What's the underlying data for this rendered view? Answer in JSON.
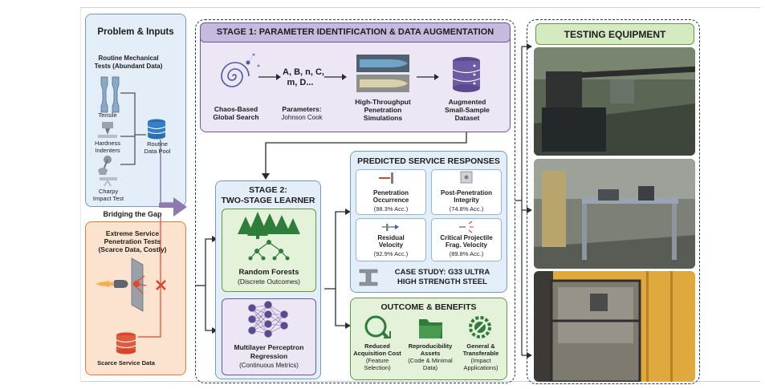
{
  "colors": {
    "navy": "#1e3a63",
    "blue_panel": "#e3eef9",
    "blue_border": "#6d9cc6",
    "purple_panel": "#ece6f5",
    "purple_border": "#6b5a99",
    "green_panel": "#e5f2da",
    "green_border": "#5f9a44",
    "orange_panel": "#fbe3cf",
    "orange_border": "#e07d3a",
    "red": "#d9452b",
    "teal": "#2f7d6e"
  },
  "inputs": {
    "title": "Problem & Inputs",
    "subtitle_line1": "Routine Mechanical",
    "subtitle_line2": "Tests (Abundant Data)",
    "tensile": "Tensile",
    "hardness_line1": "Hardness",
    "hardness_line2": "Indenters",
    "charpy_line1": "Charpy",
    "charpy_line2": "Impact Test",
    "pool_line1": "Routine",
    "pool_line2": "Data Pool"
  },
  "bridge": {
    "label": "Bridging the Gap"
  },
  "extreme": {
    "line1": "Extreme Service",
    "line2": "Penetration Tests",
    "line3": "(Scarce Data, Costly)",
    "scarce_label": "Scarce Service Data"
  },
  "stage1": {
    "title": "STAGE 1: PARAMETER IDENTIFICATION & DATA AUGMENTATION",
    "chaos_line1": "Chaos-Based",
    "chaos_line2": "Global Search",
    "params_line1": "A, B, n, C,",
    "params_line2": "m, D...",
    "params_label": "Parameters:",
    "params_sub": "Johnson Cook",
    "sim_line1": "High-Throughput",
    "sim_line2": "Penetration",
    "sim_line3": "Simulations",
    "aug_line1": "Augmented",
    "aug_line2": "Small-Sample",
    "aug_line3": "Dataset"
  },
  "stage2": {
    "title_line1": "STAGE 2:",
    "title_line2": "TWO-STAGE LEARNER",
    "rf_title": "Random Forests",
    "rf_sub": "(Discrete Outcomes)",
    "mlp_line1": "Multilayer Perceptron",
    "mlp_line2": "Regression",
    "mlp_sub": "(Continuous Metrics)"
  },
  "responses": {
    "title": "PREDICTED SERVICE RESPONSES",
    "items": [
      {
        "line1": "Penetration",
        "line2": "Occurrence",
        "acc": "(98.3% Acc.)"
      },
      {
        "line1": "Post-Penetration",
        "line2": "Integrity",
        "acc": "(74.8% Acc.)"
      },
      {
        "line1": "Residual",
        "line2": "Velocity",
        "acc": "(92.9% Acc.)"
      },
      {
        "line1": "Critical Projectile",
        "line2": "Frag. Velocity",
        "acc": "(89.8% Acc.)"
      }
    ],
    "case_line1": "CASE STUDY: G33 ULTRA",
    "case_line2": "HIGH STRENGTH STEEL"
  },
  "benefits": {
    "title": "OUTCOME & BENEFITS",
    "items": [
      {
        "line1": "Reduced",
        "line2": "Acquisition Cost",
        "line3": "(Feature",
        "line4": "Selection)"
      },
      {
        "line1": "Reproducibility",
        "line2": "Assets",
        "line3": "(Code & Minimal",
        "line4": "Data)"
      },
      {
        "line1": "General &",
        "line2": "Transferable",
        "line3": "(Impact",
        "line4": "Applications)"
      }
    ]
  },
  "equipment": {
    "title": "TESTING EQUIPMENT"
  }
}
